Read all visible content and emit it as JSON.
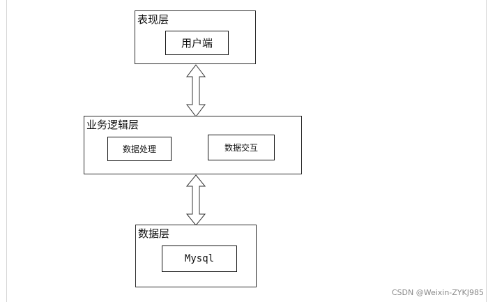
{
  "diagram": {
    "presentation_layer": {
      "title": "表现层",
      "components": [
        "用户端"
      ]
    },
    "business_layer": {
      "title": "业务逻辑层",
      "components": [
        "数据处理",
        "数据交互"
      ]
    },
    "data_layer": {
      "title": "数据层",
      "components": [
        "Mysql"
      ]
    },
    "connections": [
      {
        "from": "表现层",
        "to": "业务逻辑层",
        "type": "bidirectional"
      },
      {
        "from": "业务逻辑层",
        "to": "数据层",
        "type": "bidirectional"
      }
    ]
  },
  "watermark": "CSDN @Weixin-ZYKJ985"
}
